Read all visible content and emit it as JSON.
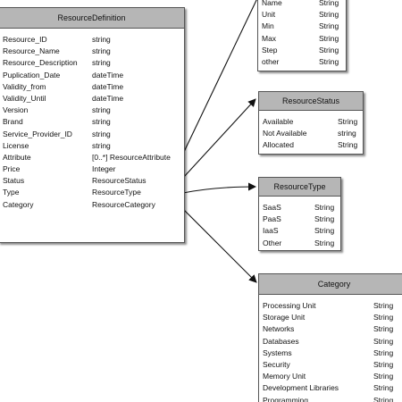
{
  "diagram": {
    "resource_definition": {
      "title": "ResourceDefinition",
      "attributes": [
        {
          "name": "Resource_ID",
          "type": "string"
        },
        {
          "name": "Resource_Name",
          "type": "string"
        },
        {
          "name": "Resource_Description",
          "type": "string"
        },
        {
          "name": "Puplication_Date",
          "type": "dateTime"
        },
        {
          "name": "Validity_from",
          "type": "dateTime"
        },
        {
          "name": "Validity_Until",
          "type": "dateTime"
        },
        {
          "name": "Version",
          "type": "string"
        },
        {
          "name": "Brand",
          "type": "string"
        },
        {
          "name": "Service_Provider_ID",
          "type": "string"
        },
        {
          "name": "License",
          "type": "string"
        },
        {
          "name": "Attribute",
          "type": "[0..*] ResourceAttribute"
        },
        {
          "name": "Price",
          "type": "Integer"
        },
        {
          "name": "Status",
          "type": "ResourceStatus"
        },
        {
          "name": "Type",
          "type": "ResourceType"
        },
        {
          "name": "Category",
          "type": "ResourceCategory"
        }
      ]
    },
    "resource_attribute": {
      "attributes": [
        {
          "name": "Name",
          "type": "String"
        },
        {
          "name": "Unit",
          "type": "String"
        },
        {
          "name": "Min",
          "type": "String"
        },
        {
          "name": "Max",
          "type": "String"
        },
        {
          "name": "Step",
          "type": "String"
        },
        {
          "name": "other",
          "type": "String"
        }
      ]
    },
    "resource_status": {
      "title": "ResourceStatus",
      "attributes": [
        {
          "name": "Available",
          "type": "String"
        },
        {
          "name": "Not Available",
          "type": "string"
        },
        {
          "name": "Allocated",
          "type": "String"
        }
      ]
    },
    "resource_type": {
      "title": "ResourceType",
      "attributes": [
        {
          "name": "SaaS",
          "type": "String"
        },
        {
          "name": "PaaS",
          "type": "String"
        },
        {
          "name": "IaaS",
          "type": "String"
        },
        {
          "name": "Other",
          "type": "String"
        }
      ]
    },
    "category": {
      "title": "Category",
      "attributes": [
        {
          "name": "Processing Unit",
          "type": "String"
        },
        {
          "name": "Storage Unit",
          "type": "String"
        },
        {
          "name": "Networks",
          "type": "String"
        },
        {
          "name": "Databases",
          "type": "String"
        },
        {
          "name": "Systems",
          "type": "String"
        },
        {
          "name": "Security",
          "type": "String"
        },
        {
          "name": "Memory Unit",
          "type": "String"
        },
        {
          "name": "Development Libraries",
          "type": "String"
        },
        {
          "name": "Programming",
          "type": "String"
        }
      ]
    },
    "colors": {
      "header_fill": "#b6b6b6",
      "box_border": "#555555",
      "connector": "#111111"
    }
  }
}
